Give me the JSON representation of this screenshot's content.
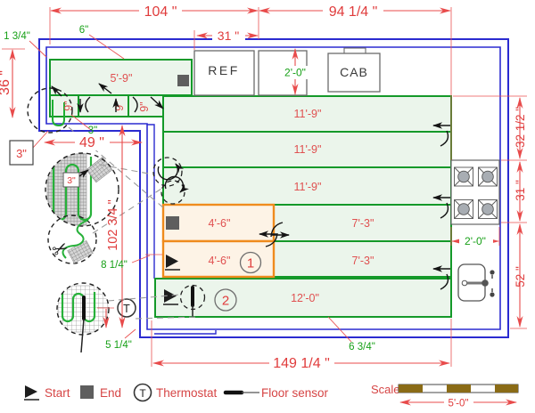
{
  "labels": {
    "dim_104": "104 \"",
    "dim_94": "94 1/4 \"",
    "dim_31_top": "31 \"",
    "dim_36": "36 \"",
    "dim_49": "49 \"",
    "dim_102": "102 3/4 \"",
    "dim_149": "149 1/4 \"",
    "dim_32_5": "32 1/2 \"",
    "dim_31_right": "31 \"",
    "dim_52": "52 \"",
    "gap_1_75": "1 3/4\"",
    "gap_6": "6\"",
    "gap_3_box": "3\"",
    "gap_3_wall": "3\"",
    "gap_3_detail": "3\"",
    "counter_depth": "2'-0\"",
    "stove_width": "2'-0\"",
    "gap_8_25": "8 1/4\"",
    "gap_5_25": "5 1/4\"",
    "gap_6_75": "6 3/4\""
  },
  "mats": {
    "mat_5_9": "5'-9\"",
    "strip_9_1": "9\"",
    "strip_9_2": "9\"",
    "strip_9_3": "9\"",
    "row1": "11'-9\"",
    "row2": "11'-9\"",
    "row3": "11'-9\"",
    "row4_left": "4'-6\"",
    "row4_right": "7'-3\"",
    "row5_left": "4'-6\"",
    "row5_right": "7'-3\"",
    "row6": "12'-0\""
  },
  "zones": {
    "zone1": "1",
    "zone2": "2"
  },
  "appliances": {
    "ref": "REF",
    "cab": "CAB"
  },
  "thermostat": {
    "symbol": "T"
  },
  "legend": {
    "start": "Start",
    "end": "End",
    "thermostat": "Thermostat",
    "floor_sensor": "Floor sensor"
  },
  "scale": {
    "label": "Scale",
    "length": "5'-0\""
  },
  "colors": {
    "wall_blue": "#2b2bd0",
    "mat_green": "#149929",
    "mat_green_fill": "#ebf5eb",
    "mat_orange": "#ef8b1d",
    "mat_orange_fill": "#fdf3e6",
    "dim_red": "#e84b4b",
    "note_green": "#17a017",
    "scale_brown": "#8a6b16"
  }
}
